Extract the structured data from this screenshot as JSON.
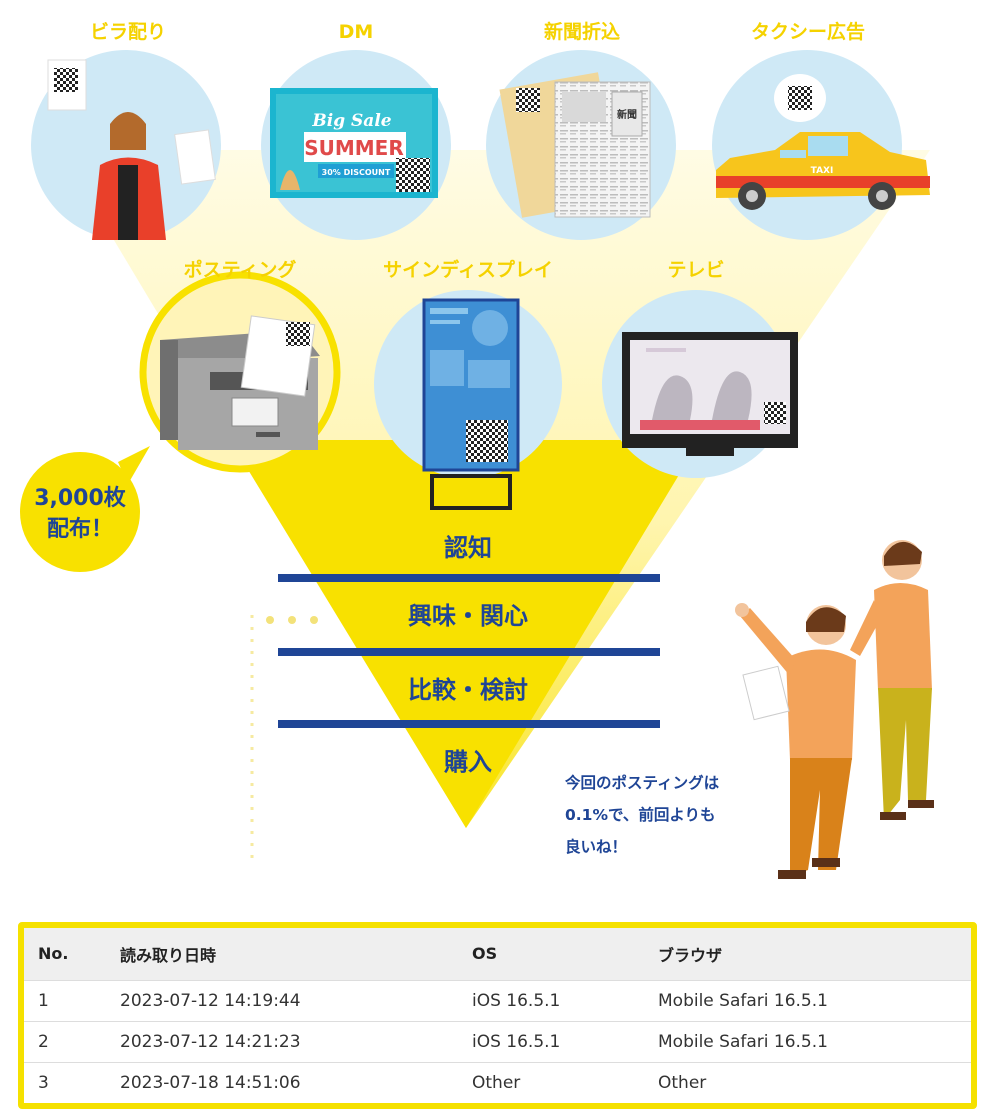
{
  "channels": {
    "flyer": "ビラ配り",
    "dm": "DM",
    "newspaper": "新聞折込",
    "taxi": "タクシー広告",
    "posting": "ポスティング",
    "signage": "サインディスプレイ",
    "tv": "テレビ"
  },
  "illustration_text": {
    "big_sale": "Big Sale",
    "summer": "SUMMER",
    "discount": "30% DISCOUNT",
    "taxi_sign": "TAXI",
    "newspaper_mark": "新聞"
  },
  "callout": {
    "line1": "3,000枚",
    "line2": "配布！"
  },
  "funnel_stages": [
    "認知",
    "興味・関心",
    "比較・検討",
    "購入"
  ],
  "comment": {
    "line1": "今回のポスティングは",
    "line2": "0.1%で、前回よりも",
    "line3": "良いね！"
  },
  "colors": {
    "funnel_yellow": "#f8e100",
    "navy": "#1f4596",
    "circle_blue": "#cfe9f6",
    "label_yellow": "#f5d200"
  },
  "scan_log": {
    "headers": [
      "No.",
      "読み取り日時",
      "OS",
      "ブラウザ"
    ],
    "rows": [
      [
        "1",
        "2023-07-12 14:19:44",
        "iOS 16.5.1",
        "Mobile Safari 16.5.1"
      ],
      [
        "2",
        "2023-07-12 14:21:23",
        "iOS 16.5.1",
        "Mobile Safari 16.5.1"
      ],
      [
        "3",
        "2023-07-18 14:51:06",
        "Other",
        "Other"
      ]
    ]
  }
}
